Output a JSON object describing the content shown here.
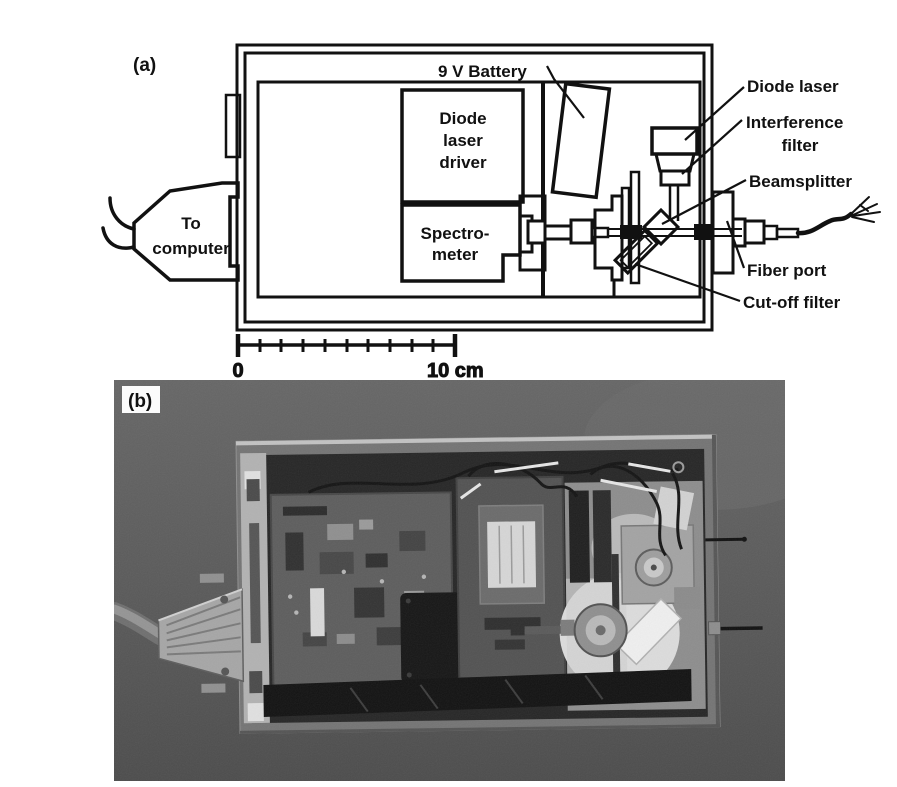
{
  "panel_a": {
    "tag": "(a)",
    "battery_label": "9 V Battery",
    "driver_box": {
      "line1": "Diode",
      "line2": "laser",
      "line3": "driver"
    },
    "spectrometer_box": {
      "line1": "Spectro-",
      "line2": "meter"
    },
    "computer_label": {
      "line1": "To",
      "line2": "computer"
    },
    "side_labels": {
      "diode_laser": "Diode laser",
      "interference_line1": "Interference",
      "interference_line2": "filter",
      "beamsplitter": "Beamsplitter",
      "fiber_port": "Fiber port",
      "cutoff_filter": "Cut-off filter"
    },
    "scale_bar": {
      "start": "0",
      "end": "10 cm",
      "divisions": 10
    }
  },
  "panel_b": {
    "tag": "(b)"
  },
  "colors": {
    "ink": "#111111",
    "paper": "#ffffff",
    "photo_background": "#5d5d5d"
  }
}
